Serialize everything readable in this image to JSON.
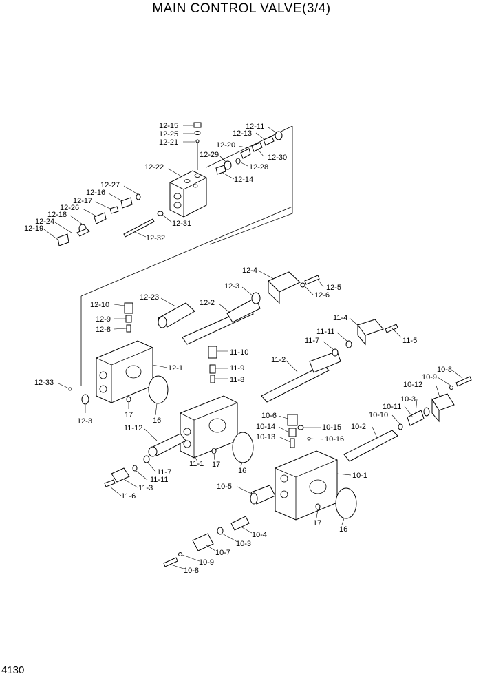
{
  "title": "MAIN CONTROL VALVE(3/4)",
  "page_number": "4130",
  "labels": {
    "l12_15": "12-15",
    "l12_25": "12-25",
    "l12_21": "12-21",
    "l12_11": "12-11",
    "l12_13": "12-13",
    "l12_20": "12-20",
    "l12_29": "12-29",
    "l12_28": "12-28",
    "l12_30": "12-30",
    "l12_22": "12-22",
    "l12_14": "12-14",
    "l12_27": "12-27",
    "l12_16": "12-16",
    "l12_17": "12-17",
    "l12_26": "12-26",
    "l12_18": "12-18",
    "l12_24": "12-24",
    "l12_19": "12-19",
    "l12_31": "12-31",
    "l12_32": "12-32",
    "l12_4": "12-4",
    "l12_3a": "12-3",
    "l12_5": "12-5",
    "l12_6": "12-6",
    "l12_23": "12-23",
    "l12_2": "12-2",
    "l12_10": "12-10",
    "l12_9": "12-9",
    "l12_8": "12-8",
    "l12_1": "12-1",
    "l12_33": "12-33",
    "l12_3b": "12-3",
    "l17a": "17",
    "l16a": "16",
    "l11_4": "11-4",
    "l11_11a": "11-11",
    "l11_7a": "11-7",
    "l11_5": "11-5",
    "l11_10": "11-10",
    "l11_9": "11-9",
    "l11_8": "11-8",
    "l11_2": "11-2",
    "l11_12": "11-12",
    "l11_1": "11-1",
    "l17b": "17",
    "l16b": "16",
    "l11_7b": "11-7",
    "l11_11b": "11-11",
    "l11_3": "11-3",
    "l11_6": "11-6",
    "l10_8a": "10-8",
    "l10_9a": "10-9",
    "l10_12": "10-12",
    "l10_3a": "10-3",
    "l10_11": "10-11",
    "l10_10": "10-10",
    "l10_2": "10-2",
    "l10_6": "10-6",
    "l10_14": "10-14",
    "l10_13": "10-13",
    "l10_15": "10-15",
    "l10_16": "10-16",
    "l10_1": "10-1",
    "l10_5": "10-5",
    "l17c": "17",
    "l16c": "16",
    "l10_4": "10-4",
    "l10_3b": "10-3",
    "l10_7": "10-7",
    "l10_9b": "10-9",
    "l10_8b": "10-8"
  }
}
